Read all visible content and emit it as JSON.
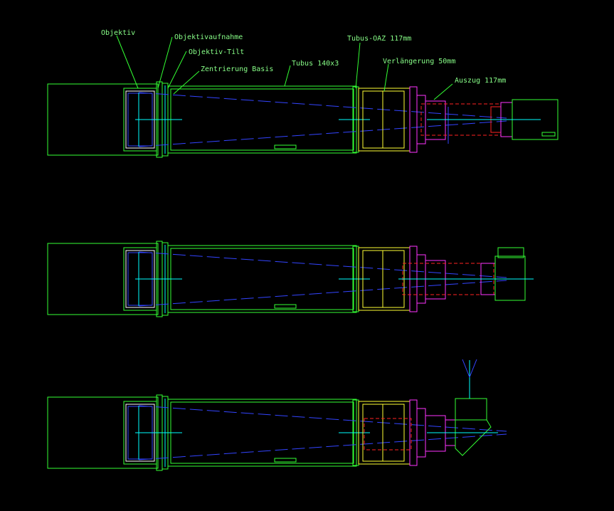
{
  "window": {
    "background": "#000000"
  },
  "colors": {
    "green": "#33ff33",
    "blue": "#3344ff",
    "cyan": "#00ffff",
    "red": "#ff2222",
    "magenta": "#ff33ff",
    "yellow": "#ffff33",
    "white": "#ffffff",
    "label": "#88ff88"
  },
  "labels": {
    "objektiv": "Objektiv",
    "objektivaufnahme": "Objektivaufnahme",
    "objektiv_tilt": "Objektiv-Tilt",
    "zentrierung_basis": "Zentrierung Basis",
    "tubus": "Tubus 140x3",
    "tubus_oaz": "Tubus-OAZ 117mm",
    "verlaengerung": "Verlängerung 50mm",
    "auszug": "Auszug 117mm"
  },
  "views": [
    {
      "name": "camera-configuration",
      "attachment": "camera"
    },
    {
      "name": "eyepiece-configuration",
      "attachment": "eyepiece"
    },
    {
      "name": "diagonal-configuration",
      "attachment": "diagonal"
    }
  ]
}
